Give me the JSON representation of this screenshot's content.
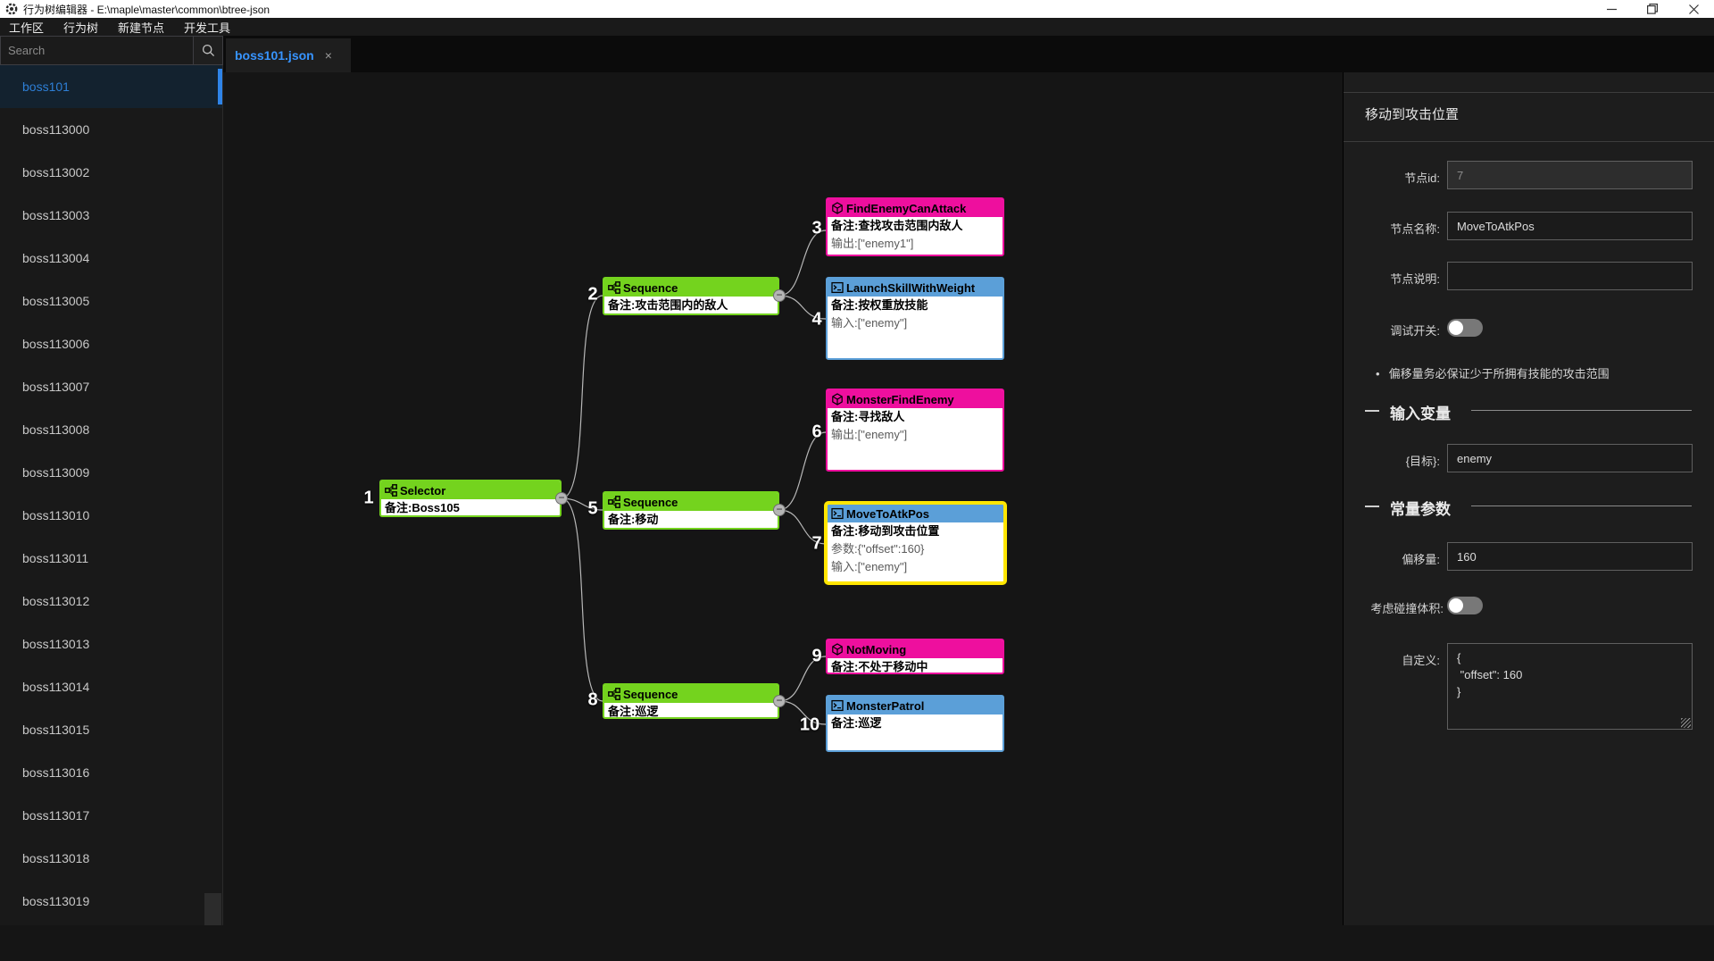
{
  "colors": {
    "green": "#74d31e",
    "pink": "#ee0f9e",
    "blue": "#5b9fd8",
    "yellow": "#ffe600",
    "accent": "#3794ff",
    "edge": "#b8b8b8"
  },
  "titlebar": {
    "title": "行为树编辑器 - E:\\maple\\master\\common\\btree-json"
  },
  "icons": {
    "app": "gear-logo",
    "search": "magnifier",
    "tab_close": "×",
    "collapse_glyph": "−",
    "window_controls": [
      "minimize",
      "restore",
      "close"
    ]
  },
  "menu": {
    "items": [
      {
        "label": "工作区"
      },
      {
        "label": "行为树"
      },
      {
        "label": "新建节点"
      },
      {
        "label": "开发工具"
      }
    ]
  },
  "search": {
    "placeholder": "Search"
  },
  "tabs": {
    "active": {
      "label": "boss101.json"
    }
  },
  "sidebar": {
    "items": [
      {
        "label": "boss101",
        "selected": true
      },
      {
        "label": "boss113000"
      },
      {
        "label": "boss113002"
      },
      {
        "label": "boss113003"
      },
      {
        "label": "boss113004"
      },
      {
        "label": "boss113005"
      },
      {
        "label": "boss113006"
      },
      {
        "label": "boss113007"
      },
      {
        "label": "boss113008"
      },
      {
        "label": "boss113009"
      },
      {
        "label": "boss113010"
      },
      {
        "label": "boss113011"
      },
      {
        "label": "boss113012"
      },
      {
        "label": "boss113013"
      },
      {
        "label": "boss113014"
      },
      {
        "label": "boss113015"
      },
      {
        "label": "boss113016"
      },
      {
        "label": "boss113017"
      },
      {
        "label": "boss113018"
      },
      {
        "label": "boss113019"
      }
    ]
  },
  "nodes": [
    {
      "order": "1",
      "type": "composite",
      "title": "Selector",
      "lines": [
        "备注:Boss105"
      ]
    },
    {
      "order": "2",
      "type": "composite",
      "title": "Sequence",
      "lines": [
        "备注:攻击范围内的敌人"
      ]
    },
    {
      "order": "3",
      "type": "condition",
      "title": "FindEnemyCanAttack",
      "lines": [
        "备注:查找攻击范围内敌人",
        "输出:[\"enemy1\"]"
      ]
    },
    {
      "order": "4",
      "type": "action",
      "title": "LaunchSkillWithWeight",
      "lines": [
        "备注:按权重放技能",
        "输入:[\"enemy\"]"
      ]
    },
    {
      "order": "5",
      "type": "composite",
      "title": "Sequence",
      "lines": [
        "备注:移动"
      ]
    },
    {
      "order": "6",
      "type": "condition",
      "title": "MonsterFindEnemy",
      "lines": [
        "备注:寻找敌人",
        "输出:[\"enemy\"]"
      ]
    },
    {
      "order": "7",
      "type": "action",
      "title": "MoveToAtkPos",
      "selected": true,
      "lines": [
        "备注:移动到攻击位置",
        "参数:{\"offset\":160}",
        "输入:[\"enemy\"]"
      ]
    },
    {
      "order": "8",
      "type": "composite",
      "title": "Sequence",
      "lines": [
        "备注:巡逻"
      ]
    },
    {
      "order": "9",
      "type": "condition",
      "title": "NotMoving",
      "lines": [
        "备注:不处于移动中"
      ]
    },
    {
      "order": "10",
      "type": "action",
      "title": "MonsterPatrol",
      "lines": [
        "备注:巡逻"
      ]
    }
  ],
  "panel": {
    "title": "移动到攻击位置",
    "node_id": {
      "label": "节点id:",
      "value": "7"
    },
    "node_name": {
      "label": "节点名称:",
      "value": "MoveToAtkPos"
    },
    "node_desc": {
      "label": "节点说明:",
      "value": ""
    },
    "debug": {
      "label": "调试开关:",
      "state": "off"
    },
    "note": "偏移量务必保证少于所拥有技能的攻击范围",
    "note_bullet": "•",
    "sections": [
      {
        "title": "输入变量"
      },
      {
        "title": "常量参数"
      }
    ],
    "target": {
      "label": "{目标}:",
      "value": "enemy"
    },
    "offset": {
      "label": "偏移量:",
      "value": "160"
    },
    "collision": {
      "label": "考虑碰撞体积:",
      "state": "off"
    },
    "custom": {
      "label": "自定义:",
      "value": "{\n \"offset\": 160\n}"
    }
  }
}
